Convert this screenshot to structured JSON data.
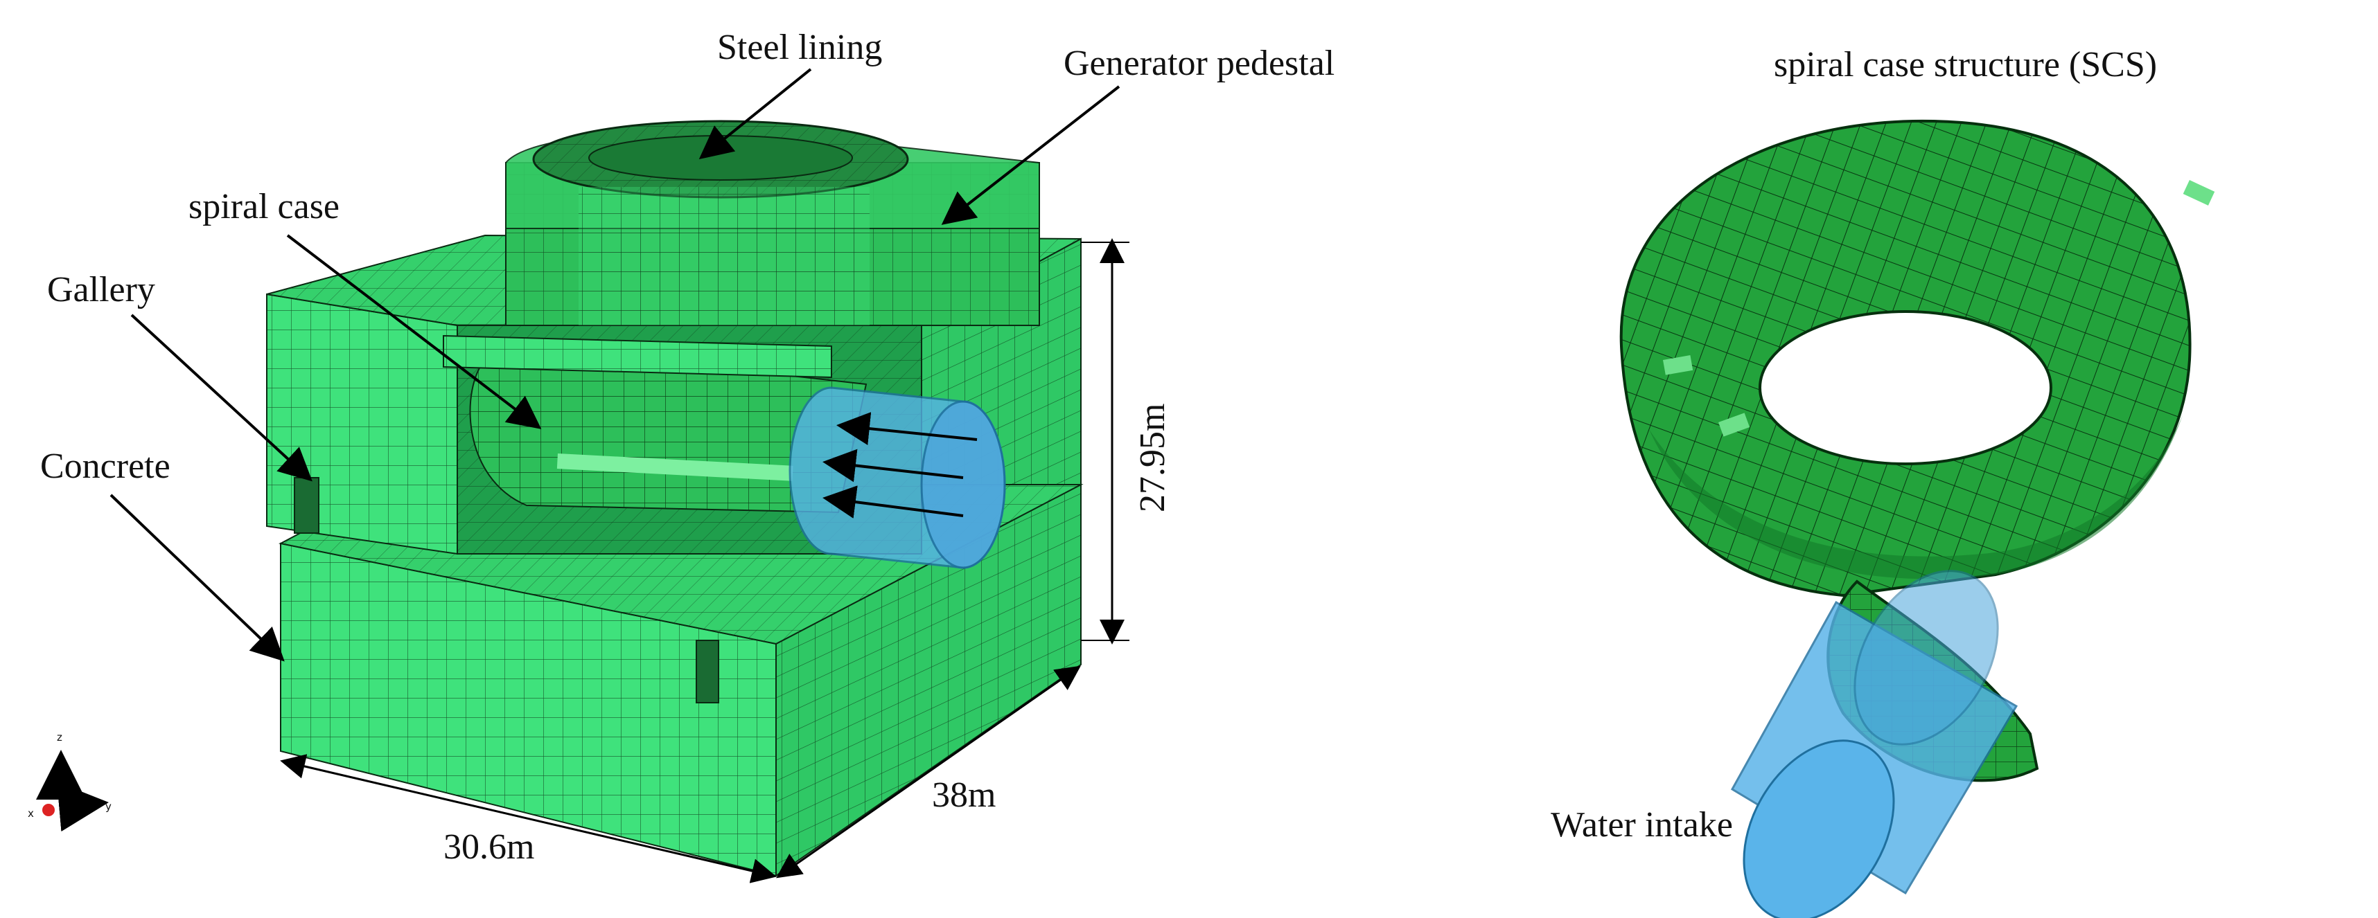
{
  "labels": {
    "steel_lining": "Steel lining",
    "generator_pedestal": "Generator pedestal",
    "spiral_case": "spiral case",
    "gallery": "Gallery",
    "concrete": "Concrete",
    "scs_title": "spiral case structure (SCS)",
    "water_intake": "Water intake"
  },
  "dimensions": {
    "height": "27.95m",
    "width": "30.6m",
    "depth": "38m"
  },
  "axes": {
    "x": "x",
    "y": "y",
    "z": "z"
  },
  "colors": {
    "concrete_light": "#3fe27c",
    "concrete_mid": "#2fc865",
    "concrete_dark": "#1f9f4c",
    "pedestal": "#2dbf5a",
    "spiral_green": "#23a33c",
    "spiral_dark": "#137a28",
    "water_blue": "#56b2e8",
    "mesh_line": "#0a2a12"
  }
}
